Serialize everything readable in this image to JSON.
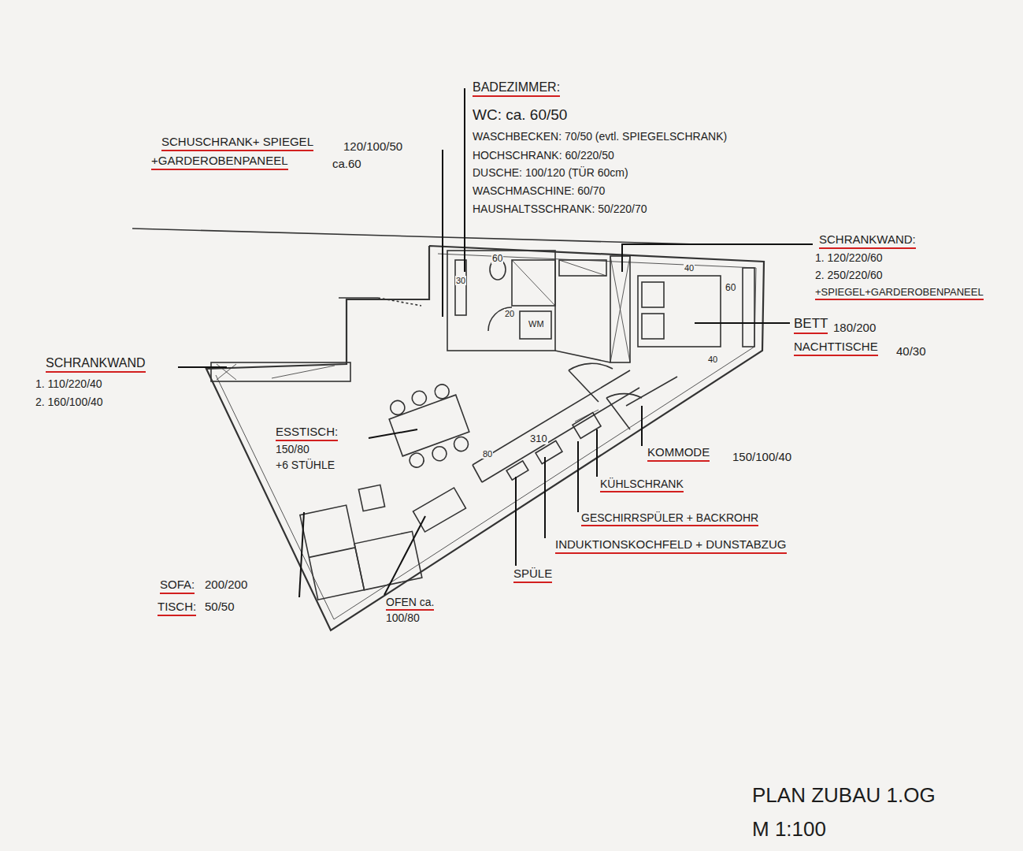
{
  "diagram": {
    "labels": [
      "BADEZIMMER:",
      "WC: ca. 60/50",
      "WASCHBECKEN: 70/50 (evtl. SPIEGELSCHRANK)",
      "HOCHSCHRANK: 60/220/50",
      "DUSCHE: 100/120 (TÜR 60cm)",
      "WASCHMASCHINE: 60/70",
      "HAUSHALTSSCHRANK: 50/220/70",
      "SCHUSCHRANK+ SPIEGEL",
      "120/100/50",
      "+GARDEROBENPANEEL",
      "ca.60",
      "SCHRANKWAND:",
      "1. 120/220/60",
      "2. 250/220/60",
      "+SPIEGEL+GARDEROBENPANEEL",
      "BETT",
      "180/200",
      "NACHTTISCHE",
      "40/30",
      "SCHRANKWAND",
      "1. 110/220/40",
      "2. 160/100/40",
      "ESSTISCH:",
      "150/80",
      "+6 STÜHLE",
      "KOMMODE",
      "150/100/40",
      "KÜHLSCHRANK",
      "GESCHIRRSPÜLER + BACKROHR",
      "INDUKTIONSKOCHFELD + DUNSTABZUG",
      "SPÜLE",
      "SOFA:",
      "200/200",
      "TISCH:",
      "50/50",
      "OFEN ca.",
      "100/80",
      "60",
      "30",
      "20",
      "WM",
      "40",
      "60",
      "40",
      "310",
      "80",
      "PLAN ZUBAU 1.OG",
      "M 1:100"
    ]
  }
}
